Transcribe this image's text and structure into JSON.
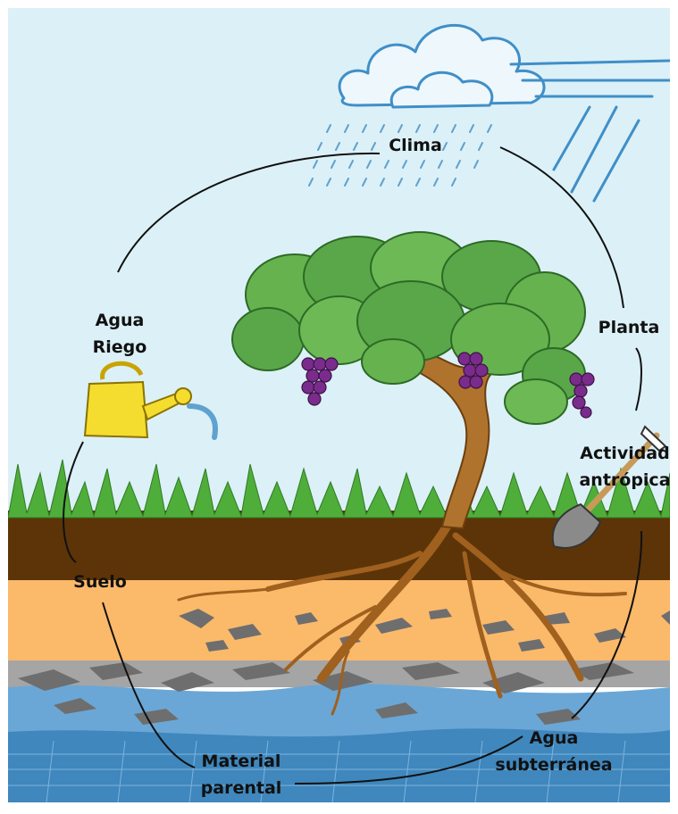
{
  "labels": {
    "clima": "Clima",
    "agua_riego": "Agua Riego",
    "planta": "Planta",
    "actividad_antropica": "Actividad antrópica",
    "suelo": "Suelo",
    "material_parental": "Material parental",
    "agua_subterranea": "Agua subterránea"
  },
  "illustrations": [
    "cloud-icon",
    "rain-icon",
    "wind-icon",
    "grapevine-icon",
    "grape-cluster-icon",
    "watering-can-icon",
    "shovel-icon",
    "grass-icon",
    "roots-icon"
  ],
  "colors": {
    "sky": "#dcf0f7",
    "grass": "#4fae3a",
    "topsoil": "#5c3408",
    "subsoil": "#fbb96a",
    "bedrock": "#a5a5a5",
    "groundwater": "#6aa7d6",
    "deep_water": "#3f87bd",
    "foliage": "#5aa74a",
    "trunk": "#b0732d",
    "grapes": "#7a2c8c",
    "watering_can": "#f4dd2f",
    "cycle_line": "#111111"
  }
}
